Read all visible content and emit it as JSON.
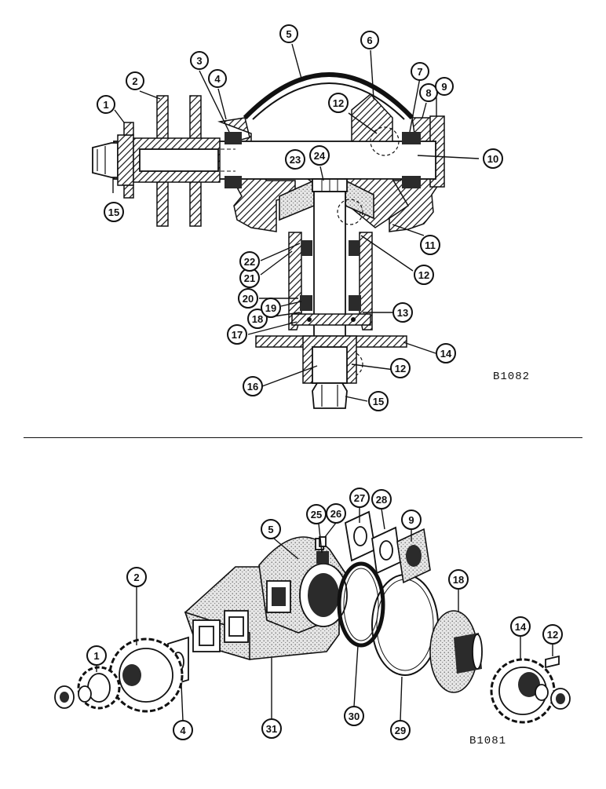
{
  "figures": [
    {
      "code": "B1082"
    },
    {
      "code": "B1081"
    }
  ],
  "callouts": [
    "1",
    "2",
    "3",
    "4",
    "5",
    "6",
    "7",
    "8",
    "9",
    "10",
    "11",
    "12",
    "13",
    "14",
    "15",
    "16",
    "17",
    "18",
    "19",
    "20",
    "21",
    "22",
    "23",
    "24",
    "25",
    "26",
    "27",
    "28",
    "29",
    "30",
    "31"
  ]
}
